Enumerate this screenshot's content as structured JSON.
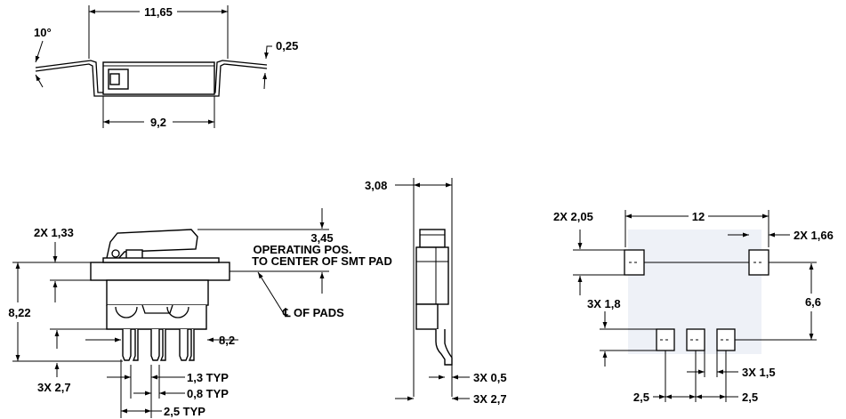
{
  "top_view": {
    "dim_width": "11,65",
    "dim_body": "9,2",
    "dim_angle": "10°",
    "dim_thickness": "0,25"
  },
  "side_view": {
    "dim_pad_height": "2X 1,33",
    "dim_operating": "3,45",
    "note_operating_1": "OPERATING POS.",
    "note_operating_2": "TO CENTER OF SMT PAD",
    "note_pads": "℄ OF PADS",
    "dim_height": "8,22",
    "dim_lead_len": "8,2",
    "dim_lead_height": "3X 2,7",
    "dim_lead_width": "1,3 TYP",
    "dim_lead_thk": "0,8 TYP",
    "dim_pitch": "2,5 TYP"
  },
  "end_view": {
    "dim_width": "3,08",
    "dim_lead_thk": "3X 0,5",
    "dim_lead_len": "3X 2,7"
  },
  "pcb_layout": {
    "dim_large_pad_h": "2X 2,05",
    "dim_span": "12",
    "dim_large_pad_w": "2X 1,66",
    "dim_small_pad_h": "3X 1,8",
    "dim_row_spacing": "6,6",
    "dim_small_pad_w": "3X 1,5",
    "dim_pitch_left": "2,5",
    "dim_pitch_right": "2,5"
  }
}
